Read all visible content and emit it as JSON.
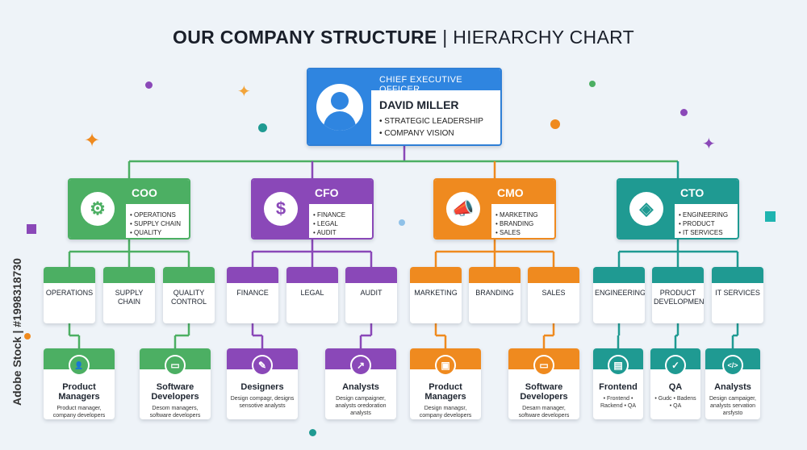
{
  "title": {
    "bold": "OUR COMPANY STRUCTURE",
    "separator": "|",
    "light": "HIERARCHY CHART"
  },
  "watermark": "Adobe Stock | #1998318730",
  "colors": {
    "ceo": "#2f85e0",
    "coo": "#4caf63",
    "cfo": "#8a48b8",
    "cmo": "#ef8a1f",
    "cto": "#1f9a92"
  },
  "ceo": {
    "role": "CHIEF EXECUTIVE OFFICER",
    "name": "DAVID MILLER",
    "bullets": [
      "STRATEGIC LEADERSHIP",
      "COMPANY VISION"
    ],
    "icon": "user-avatar-icon"
  },
  "execs": [
    {
      "id": "coo",
      "title": "COO",
      "icon": "gears-icon",
      "glyph": "⚙",
      "bullets": [
        "OPERATIONS",
        "SUPPLY CHAIN",
        "QUALITY CONTROL"
      ],
      "depts": [
        "OPERATIONS",
        "SUPPLY CHAIN",
        "QUALITY CONTROL"
      ],
      "cards": [
        {
          "title": "Product Managers",
          "desc": "Product manager, company developers",
          "icon": "user-gear-icon",
          "glyph": "👤"
        },
        {
          "title": "Software Developers",
          "desc": "Desom managers, software developers",
          "icon": "monitor-icon",
          "glyph": "▭"
        }
      ]
    },
    {
      "id": "cfo",
      "title": "CFO",
      "icon": "dollar-coin-icon",
      "glyph": "$",
      "bullets": [
        "FINANCE",
        "LEGAL",
        "AUDIT"
      ],
      "depts": [
        "FINANCE",
        "LEGAL",
        "AUDIT"
      ],
      "cards": [
        {
          "title": "Designers",
          "desc": "Design compagr, designs sensotive analysts",
          "icon": "brush-icon",
          "glyph": "✎"
        },
        {
          "title": "Analysts",
          "desc": "Design campaigner, analysts oredoration analysts",
          "icon": "growth-chart-icon",
          "glyph": "↗"
        }
      ]
    },
    {
      "id": "cmo",
      "title": "CMO",
      "icon": "megaphone-icon",
      "glyph": "📣",
      "bullets": [
        "MARKETING",
        "BRANDING",
        "SALES"
      ],
      "depts": [
        "MARKETING",
        "BRANDING",
        "SALES"
      ],
      "cards": [
        {
          "title": "Product Managers",
          "desc": "Design managsr, company developers",
          "icon": "briefcase-icon",
          "glyph": "▣"
        },
        {
          "title": "Software Developers",
          "desc": "Desarn manager, software developers",
          "icon": "monitor-icon",
          "glyph": "▭"
        }
      ]
    },
    {
      "id": "cto",
      "title": "CTO",
      "icon": "chip-icon",
      "glyph": "◈",
      "bullets": [
        "ENGINEERING",
        "PRODUCT",
        "IT SERVICES"
      ],
      "depts": [
        "ENGINEERING",
        "PRODUCT DEVELOPMENT",
        "IT SERVICES"
      ],
      "cards": [
        {
          "title": "Frontend",
          "desc": "• Frontend • Rackend • QA",
          "icon": "browser-icon",
          "glyph": "▤"
        },
        {
          "title": "QA",
          "desc": "• Gudc • Badens • QA",
          "icon": "shield-check-icon",
          "glyph": "✓"
        },
        {
          "title": "Analysts",
          "desc": "Design campaiger, analysts servation arsfysto",
          "icon": "code-icon",
          "glyph": "</>"
        }
      ]
    }
  ]
}
